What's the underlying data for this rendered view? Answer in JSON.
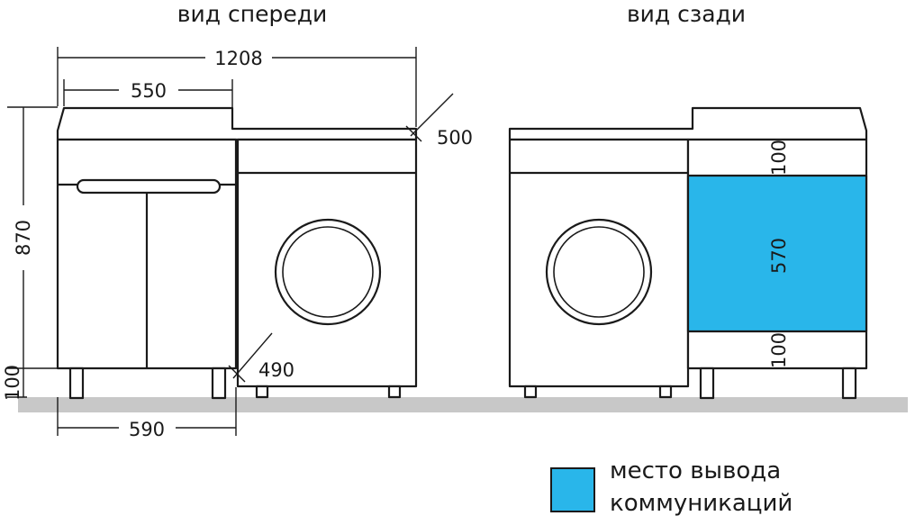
{
  "titles": {
    "front": "вид спереди",
    "back": "вид сзади"
  },
  "dimensions": {
    "total_width": "1208",
    "cabinet_width": "550",
    "depth_top": "500",
    "depth_bottom": "490",
    "total_height": "870",
    "leg_height": "100",
    "bottom_width": "590",
    "back_top_band": "100",
    "back_zone": "570",
    "back_bottom_band": "100"
  },
  "legend": {
    "line1": "место вывода",
    "line2": "коммуникаций"
  },
  "colors": {
    "communications_zone": "#29b6ea",
    "floor": "#c8c8c8",
    "outline": "#1a1a1a"
  }
}
